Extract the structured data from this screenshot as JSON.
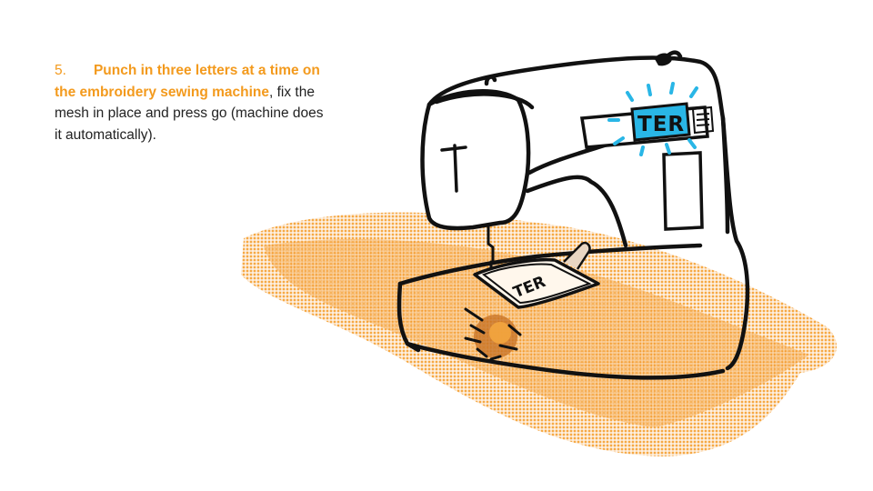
{
  "step": {
    "number": "5.",
    "bold_text": "Punch in three letters at a time on the embroidery sewing machine",
    "rest_text": ", fix the mesh in place and press go (machine does it automatically)."
  },
  "illustration": {
    "display_text": "TER",
    "hoop_text": "TER"
  },
  "colors": {
    "accent": "#f39a1d",
    "screen": "#29b6e6",
    "fabric": "#f5a134"
  }
}
